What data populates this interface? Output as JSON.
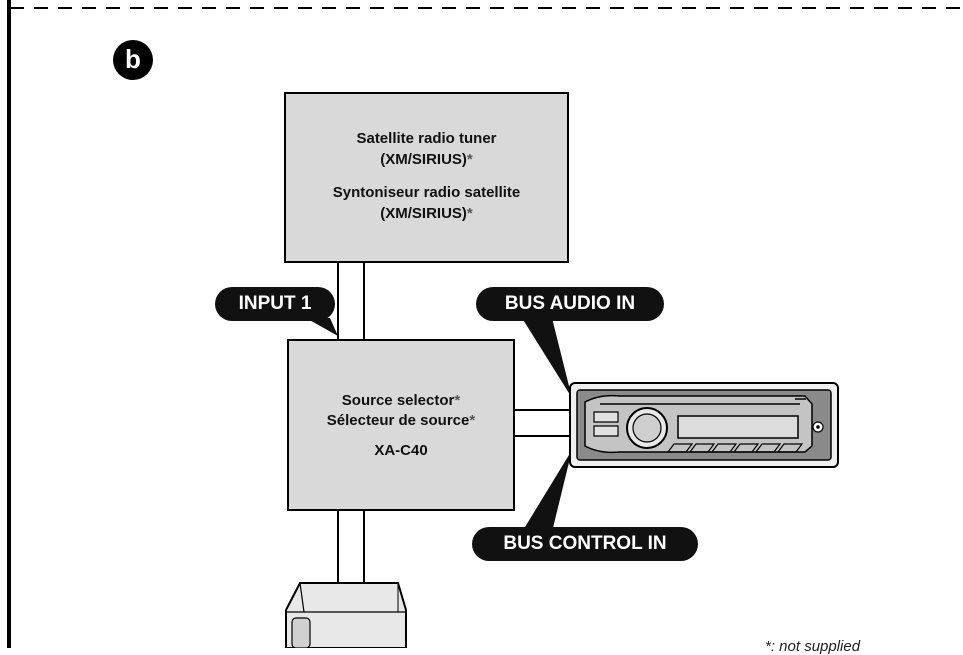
{
  "figure": {
    "badge": "b"
  },
  "tuner_box": {
    "line1": "Satellite radio tuner",
    "line2": "(XM/SIRIUS)",
    "line3": "Syntoniseur radio satellite",
    "line4": "(XM/SIRIUS)",
    "asterisk": "*"
  },
  "selector_box": {
    "line1": "Source selector",
    "line2": "Sélecteur de source",
    "line3": "XA-C40",
    "asterisk": "*"
  },
  "callouts": {
    "input1": "INPUT 1",
    "bus_audio_in": "BUS AUDIO IN",
    "bus_control_in": "BUS CONTROL IN"
  },
  "footnote": "*: not supplied",
  "colors": {
    "box_fill": "#d9d9d9",
    "outline": "#000000",
    "callout_fill": "#111111",
    "callout_text": "#ffffff"
  }
}
